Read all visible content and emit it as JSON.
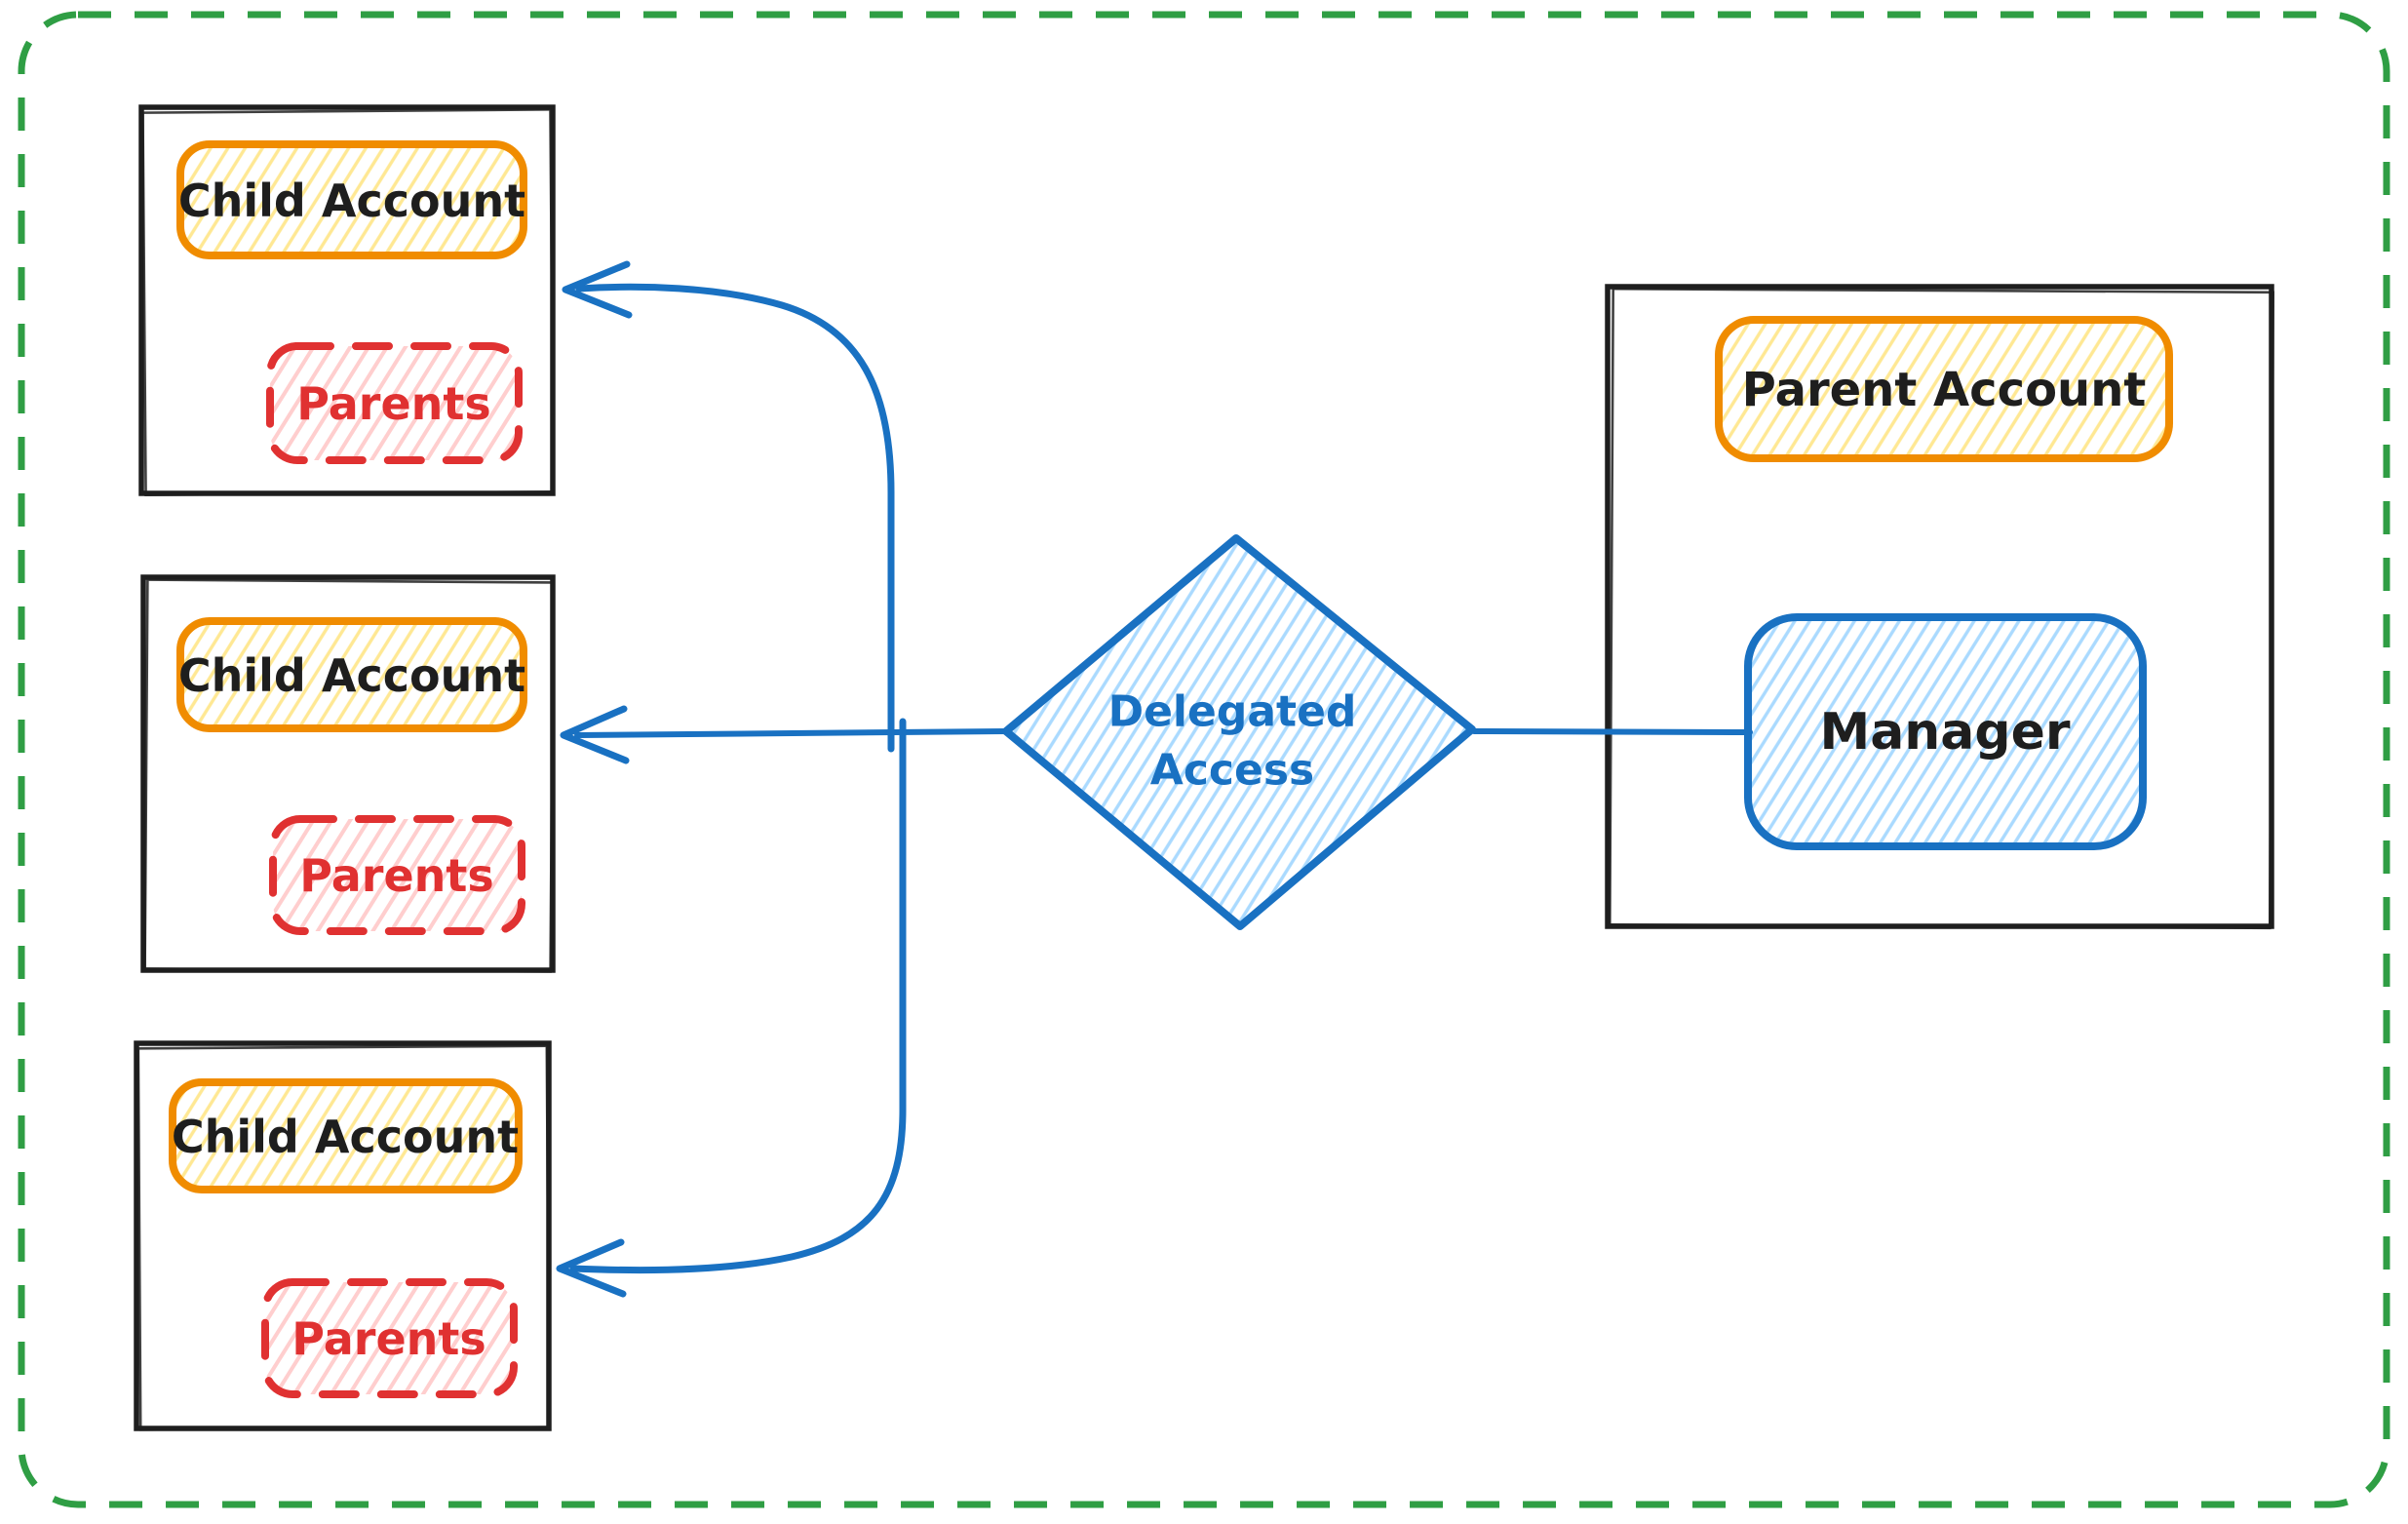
{
  "diagram": {
    "children": [
      {
        "title": "Child Account",
        "tag": "Parents"
      },
      {
        "title": "Child Account",
        "tag": "Parents"
      },
      {
        "title": "Child Account",
        "tag": "Parents"
      }
    ],
    "parent": {
      "title": "Parent Account",
      "manager": "Manager"
    },
    "decision": {
      "line1": "Delegated",
      "line2": "Access"
    },
    "colors": {
      "green": "#2f9e44",
      "black": "#1e1e1e",
      "orange": "#f08c00",
      "yellow_fill": "#ffd43b",
      "red": "#e03131",
      "pink_fill": "#ffc9c9",
      "blue": "#1971c2",
      "light_blue_fill": "#a5d8ff"
    }
  }
}
